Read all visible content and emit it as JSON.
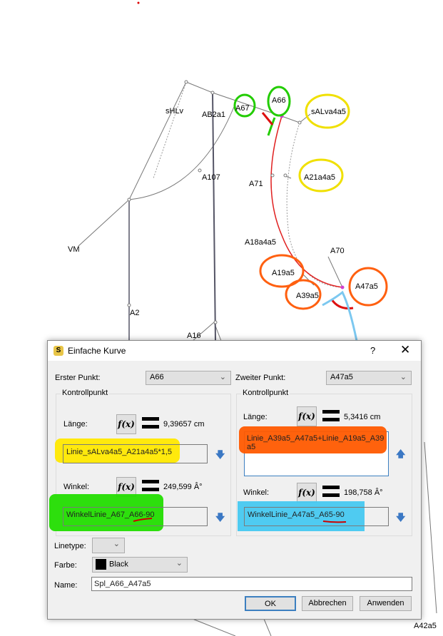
{
  "drawing": {
    "labels": [
      "sHLv",
      "AB2a1",
      "A67",
      "A66",
      "sALva4a5",
      "A107",
      "A71",
      "A21a4a5",
      "VM",
      "A18a4a5",
      "A70",
      "A19a5",
      "A47a5",
      "A39a5",
      "A2",
      "A16",
      "A42a5"
    ]
  },
  "dialog": {
    "title": "Einfache Kurve",
    "help": "?",
    "close": "✕",
    "first_point_label": "Erster Punkt:",
    "first_point_value": "A66",
    "second_point_label": "Zweiter Punkt:",
    "second_point_value": "A47a5",
    "left": {
      "group": "Kontrollpunkt",
      "length_label": "Länge:",
      "length_value": "9,39657 cm",
      "length_formula": "Linie_sALva4a5_A21a4a5*1,5",
      "angle_label": "Winkel:",
      "angle_value": "249,599 Â°",
      "angle_formula": "WinkelLinie_A67_A66-90"
    },
    "right": {
      "group": "Kontrollpunkt",
      "length_label": "Länge:",
      "length_value": "5,3416 cm",
      "length_formula": "Linie_A39a5_A47a5+Linie_A19a5_A39a5",
      "angle_label": "Winkel:",
      "angle_value": "198,758 Â°",
      "angle_formula": "WinkelLinie_A47a5_A65-90"
    },
    "fx": "f(x)",
    "linetype_label": "Linetype:",
    "color_label": "Farbe:",
    "color_value": "Black",
    "name_label": "Name:",
    "name_value": "Spl_A66_A47a5",
    "ok": "OK",
    "cancel": "Abbrechen",
    "apply": "Anwenden"
  },
  "colors": {
    "yellow": "#ffe800",
    "green": "#22dd00",
    "orange": "#ff5a00",
    "blue": "#46c8f0",
    "curve": "#e02020"
  }
}
